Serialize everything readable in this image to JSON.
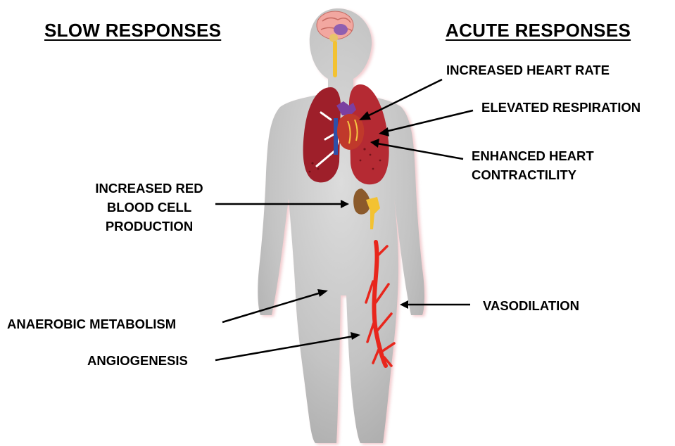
{
  "headings": {
    "slow": "SLOW RESPONSES",
    "acute": "ACUTE RESPONSES"
  },
  "labels": {
    "increased_heart_rate": "INCREASED HEART RATE",
    "elevated_respiration": "ELEVATED RESPIRATION",
    "enhanced_heart_contractility": [
      "ENHANCED HEART",
      "CONTRACTILITY"
    ],
    "increased_rbc_production": [
      "INCREASED RED",
      "BLOOD CELL",
      "PRODUCTION"
    ],
    "vasodilation": "VASODILATION",
    "anaerobic_metabolism": "ANAEROBIC METABOLISM",
    "angiogenesis": "ANGIOGENESIS"
  },
  "colors": {
    "body_silhouette": "#b8b8b8",
    "lung": "#b5262d",
    "heart": "#c0392b",
    "kidney": "#8b5a2b",
    "blood_vessel": "#e8261c",
    "brain": "#f2a7a0",
    "arrow": "#000000"
  }
}
